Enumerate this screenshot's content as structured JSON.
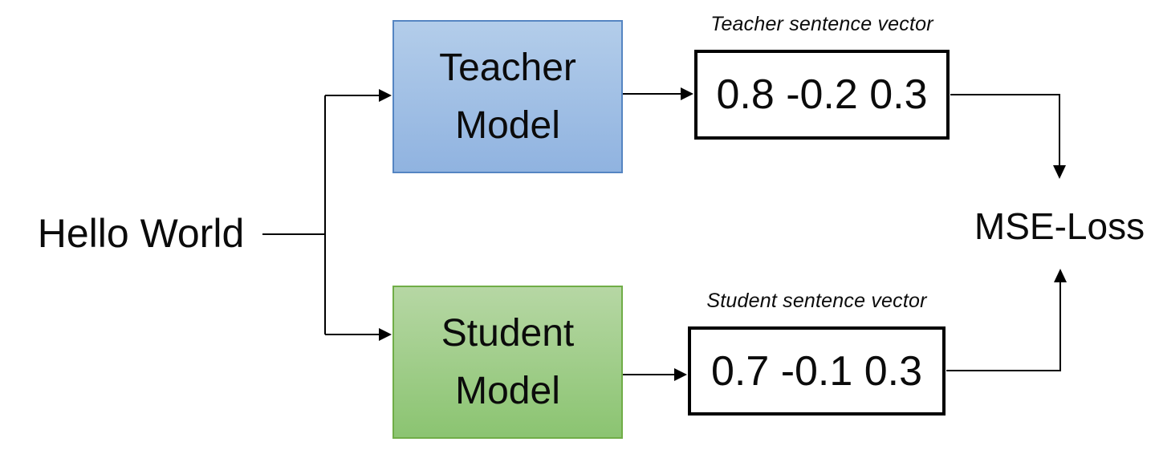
{
  "input": {
    "label": "Hello World"
  },
  "teacher": {
    "box_label": "Teacher Model",
    "vector_caption": "Teacher sentence vector",
    "vector_value": "0.8 -0.2 0.3",
    "colors": {
      "fill_top": "#b3cdea",
      "fill_bottom": "#90b3e0",
      "border": "#5585c2"
    }
  },
  "student": {
    "box_label": "Student Model",
    "vector_caption": "Student sentence vector",
    "vector_value": "0.7 -0.1 0.3",
    "colors": {
      "fill_top": "#b6d7a4",
      "fill_bottom": "#8bc471",
      "border": "#70ad47"
    }
  },
  "loss": {
    "label": "MSE-Loss"
  },
  "colors": {
    "background": "#ffffff",
    "connector": "#000000",
    "vector_box_border": "#000000",
    "text": "#0b0b0b"
  }
}
